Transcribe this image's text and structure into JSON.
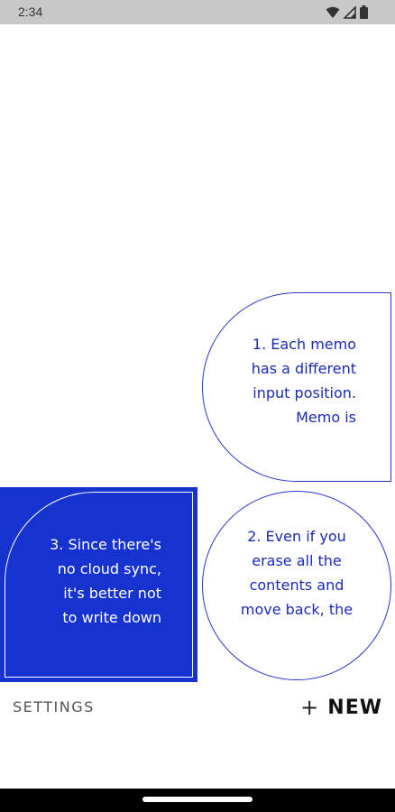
{
  "status_bar": {
    "time": "2:34",
    "icons": [
      "wifi-icon",
      "cell-signal-icon",
      "battery-icon"
    ]
  },
  "memos": [
    {
      "id": "memo-1",
      "text": "1. Each memo\nhas a different\ninput position.\nMemo is",
      "style": "outline",
      "shape": "half-round-left"
    },
    {
      "id": "memo-2",
      "text": "2. Even if you\nerase all the\ncontents and\nmove back, the",
      "style": "outline",
      "shape": "circle"
    },
    {
      "id": "memo-3",
      "text": "3. Since there's\nno cloud sync,\nit's better not\nto write down",
      "style": "filled",
      "shape": "rounded-top-left-square"
    }
  ],
  "actions": {
    "settings_label": "SETTINGS",
    "new_icon": "+",
    "new_label": "NEW"
  },
  "colors": {
    "accent": "#1633d0",
    "memo_text": "#1b2bb7",
    "status_bar_bg": "#c8c8c8",
    "nav_bar_bg": "#000000"
  }
}
